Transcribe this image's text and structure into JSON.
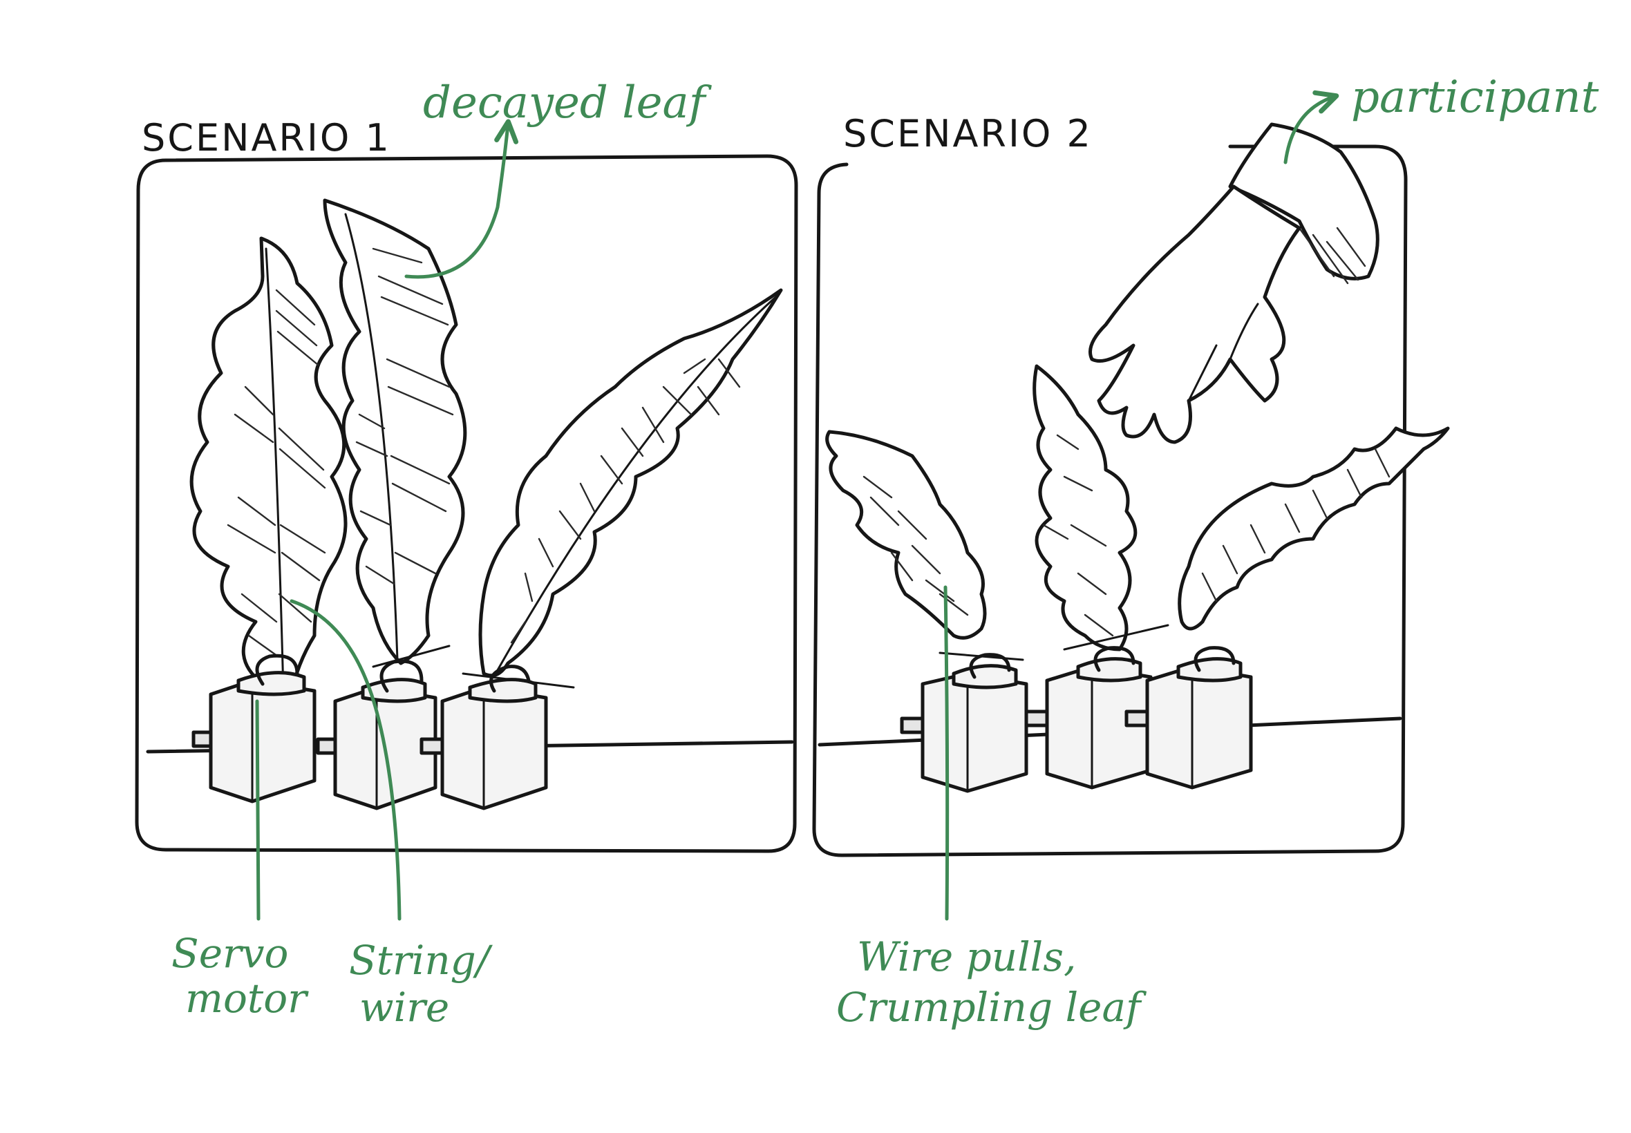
{
  "scenario1": {
    "title": "SCENARIO 1",
    "label_decayed_leaf": "decayed leaf",
    "label_servo_line1": "Servo",
    "label_servo_line2": "motor",
    "label_string_line1": "String/",
    "label_string_line2": "wire"
  },
  "scenario2": {
    "title": "SCENARIO 2",
    "label_participant": "participant",
    "label_wire_line1": "Wire pulls,",
    "label_wire_line2": "Crumpling leaf"
  },
  "colors": {
    "ink": "#161616",
    "annotation_green": "#3f8a55"
  }
}
